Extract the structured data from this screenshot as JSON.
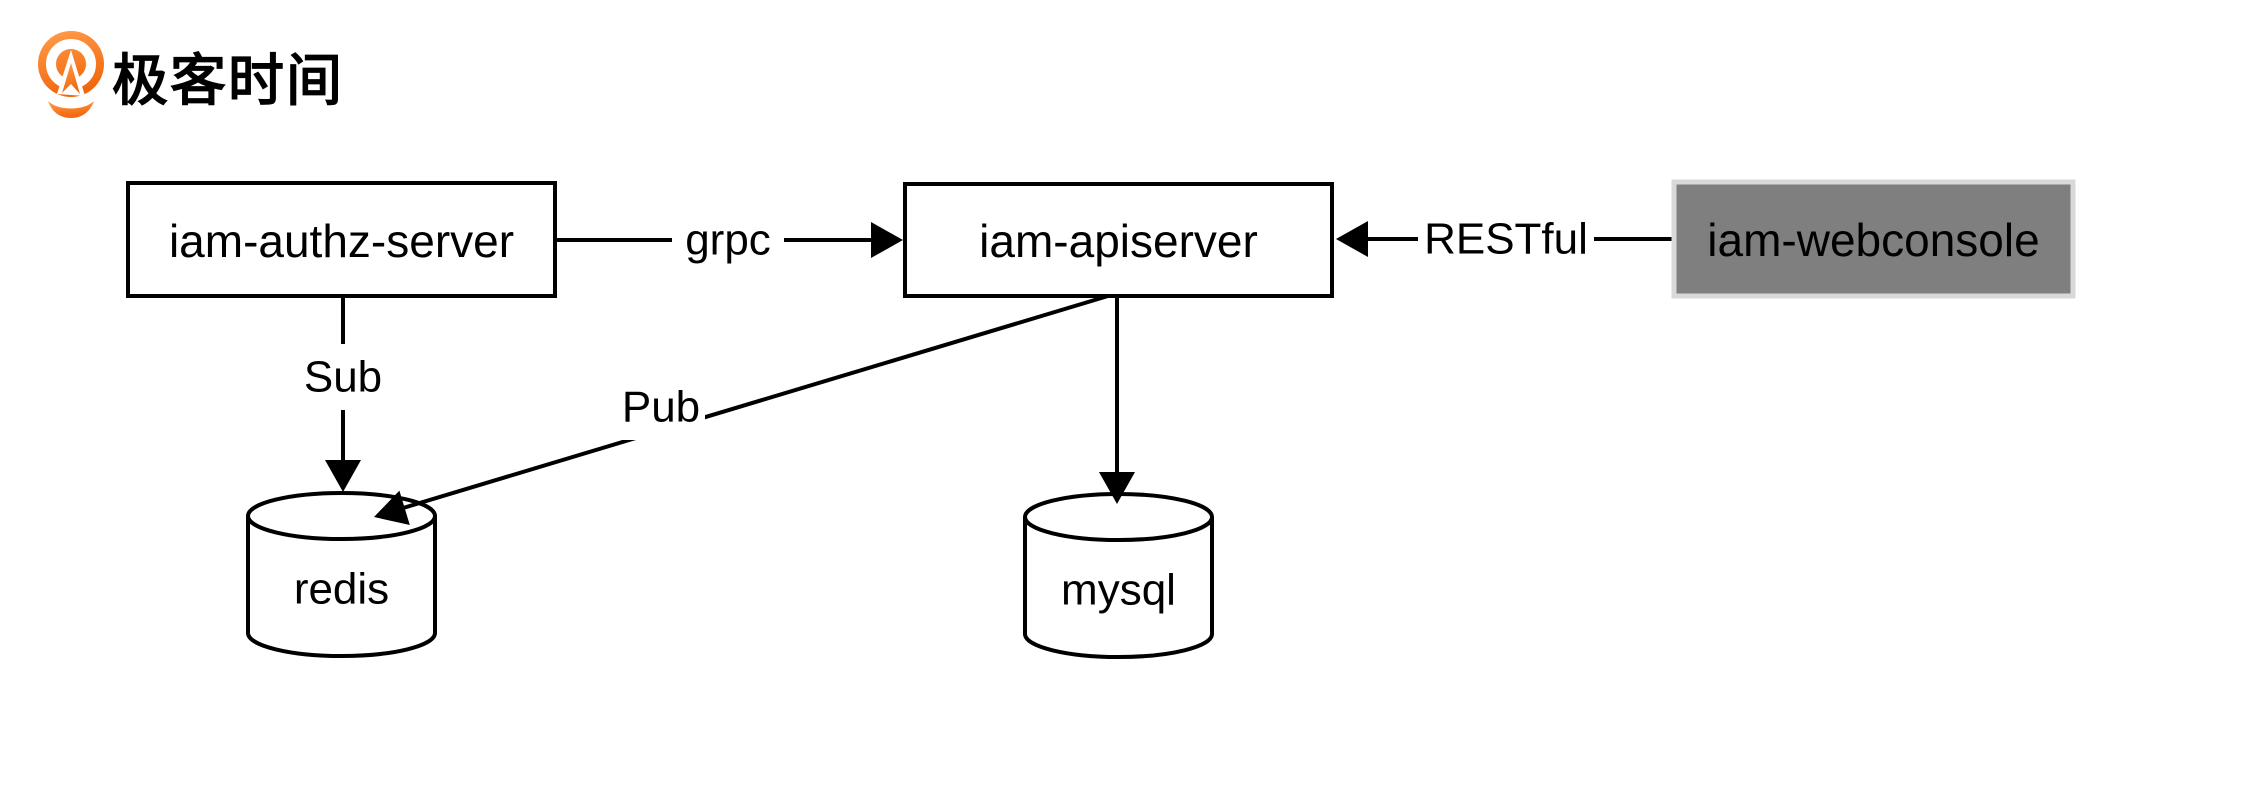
{
  "logo": {
    "brand_text": "极客时间",
    "icon": "geektime-pin-icon",
    "icon_color_top": "#FF9E4D",
    "icon_color_bottom": "#F2670C",
    "text_color": "#55514C"
  },
  "diagram": {
    "nodes": {
      "authz": {
        "label": "iam-authz-server",
        "type": "box",
        "variant": "light"
      },
      "apiserver": {
        "label": "iam-apiserver",
        "type": "box",
        "variant": "light"
      },
      "webconsole": {
        "label": "iam-webconsole",
        "type": "box",
        "variant": "dark"
      },
      "redis": {
        "label": "redis",
        "type": "cylinder"
      },
      "mysql": {
        "label": "mysql",
        "type": "cylinder"
      }
    },
    "edges": {
      "grpc": {
        "from": "iam-authz-server",
        "to": "iam-apiserver",
        "label": "grpc"
      },
      "restful": {
        "from": "iam-webconsole",
        "to": "iam-apiserver",
        "label": "RESTful"
      },
      "sub": {
        "from": "iam-authz-server",
        "to": "redis",
        "label": "Sub"
      },
      "pub": {
        "from": "iam-apiserver",
        "to": "redis",
        "label": "Pub"
      },
      "store": {
        "from": "iam-apiserver",
        "to": "mysql",
        "label": ""
      }
    },
    "colors": {
      "line": "#000000",
      "text": "#000000",
      "box_fill": "#FFFFFF",
      "box_stroke": "#000000",
      "dark_fill": "#7F7F7F",
      "dark_stroke": "#D9D9D9",
      "dark_text": "#FFFFFF",
      "background": "#FFFFFF"
    }
  }
}
